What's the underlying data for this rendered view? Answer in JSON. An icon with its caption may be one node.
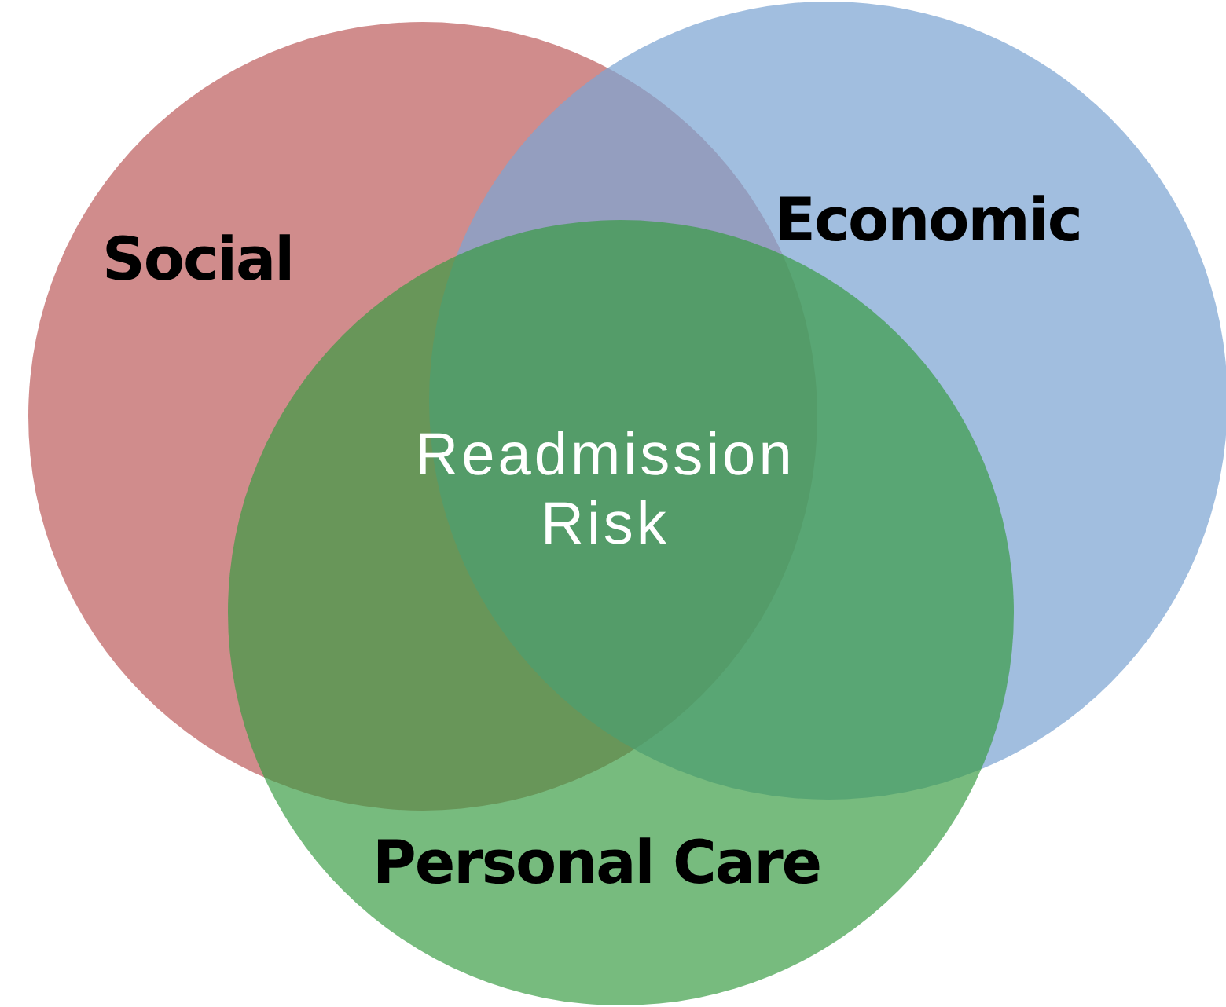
{
  "diagram": {
    "nodes": [
      {
        "text": [
          "Social"
        ]
      },
      {
        "text": [
          "Economic"
        ]
      },
      {
        "text": [
          "Personal Care"
        ]
      }
    ],
    "labels": [
      "Readmission Risk"
    ]
  }
}
